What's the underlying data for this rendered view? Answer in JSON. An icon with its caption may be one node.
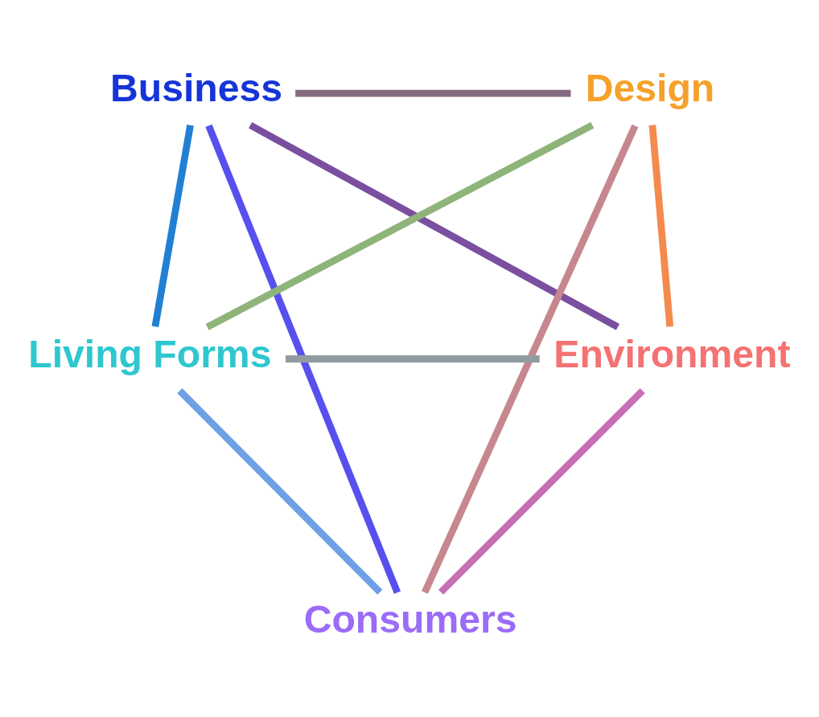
{
  "diagram": {
    "nodes": [
      {
        "text": [
          "Business"
        ]
      },
      {
        "text": [
          "Design"
        ]
      },
      {
        "text": [
          "Living Forms"
        ]
      },
      {
        "text": [
          "Environment"
        ]
      },
      {
        "text": [
          "Consumers"
        ]
      }
    ],
    "edges": [
      {
        "from": 0,
        "to": 1,
        "arrow": "none",
        "color": "#856b81"
      },
      {
        "from": 0,
        "to": 2,
        "arrow": "none",
        "color": "#2180d4"
      },
      {
        "from": 0,
        "to": 4,
        "arrow": "none",
        "color": "#5750ee"
      },
      {
        "from": 0,
        "to": 3,
        "arrow": "none",
        "color": "#7a4fa0"
      },
      {
        "from": 1,
        "to": 2,
        "arrow": "none",
        "color": "#8fb47a"
      },
      {
        "from": 1,
        "to": 4,
        "arrow": "none",
        "color": "#c6878f"
      },
      {
        "from": 1,
        "to": 3,
        "arrow": "none",
        "color": "#f48a4e"
      },
      {
        "from": 2,
        "to": 3,
        "arrow": "none",
        "color": "#909c9f"
      },
      {
        "from": 2,
        "to": 4,
        "arrow": "none",
        "color": "#6fa0e6"
      },
      {
        "from": 3,
        "to": 4,
        "arrow": "none",
        "color": "#c76fb5"
      }
    ]
  }
}
